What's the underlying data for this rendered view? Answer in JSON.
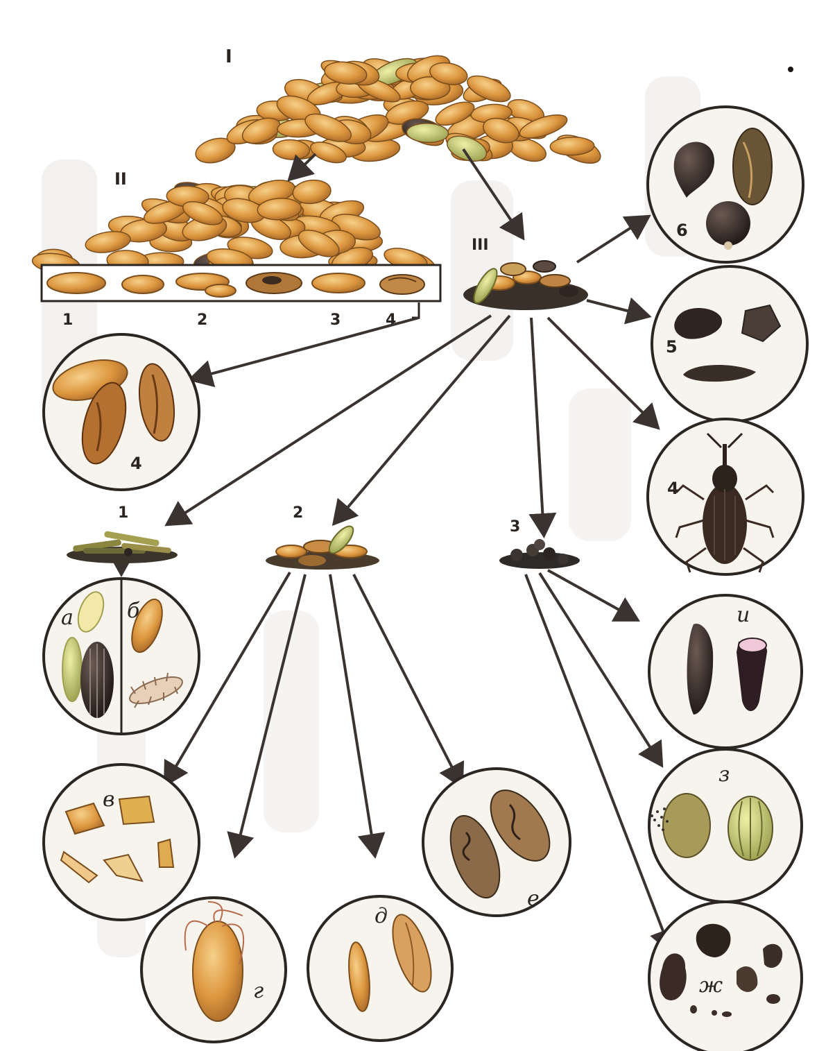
{
  "labels": {
    "I": "I",
    "II": "II",
    "III": "III",
    "row_1": "1",
    "row_2": "2",
    "row_3": "3",
    "row_4": "4",
    "c_6": "6",
    "c_5": "5",
    "c_4_right": "4",
    "c_4_left": "4",
    "f_1": "1",
    "f_2": "2",
    "f_3": "3",
    "a": "а",
    "b": "б",
    "v": "в",
    "g": "г",
    "d": "д",
    "e": "е",
    "zh": "ж",
    "z": "з",
    "i": "и"
  },
  "colors": {
    "grain": "#d9923c",
    "grain_light": "#efbf70",
    "grain_dark": "#8a5a22",
    "dark_seed": "#2d2420",
    "green": "#9aa45a",
    "outline": "#2b2622",
    "background": "#ffffff",
    "shadow": "#ece9e3"
  }
}
